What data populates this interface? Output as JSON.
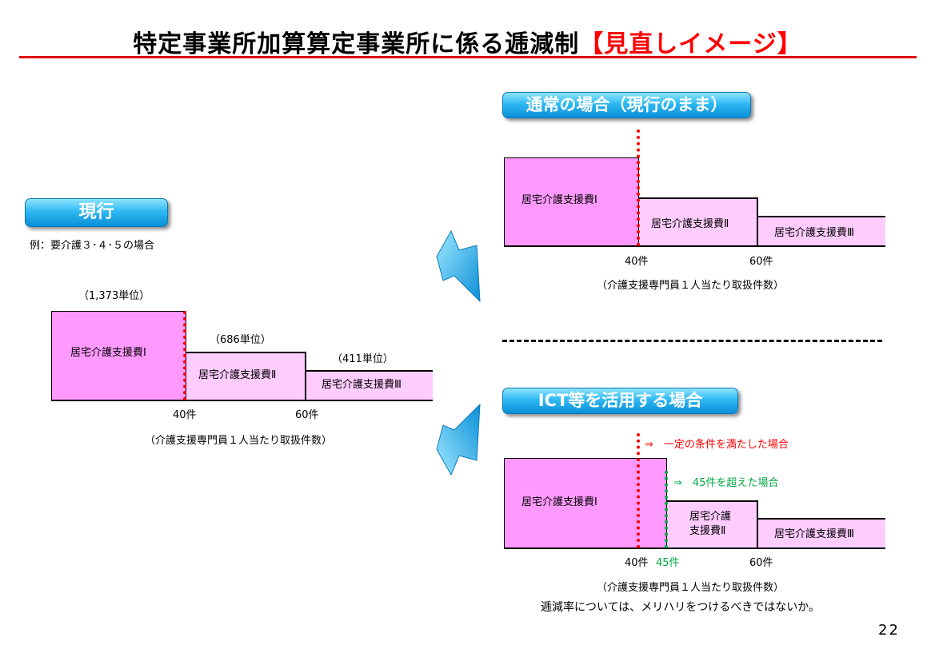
{
  "title": {
    "main": "特定事業所加算算定事業所に係る逓減制",
    "accent": "【見直しイメージ】"
  },
  "current": {
    "label": "現行",
    "example": "例：要介護３･４･５の場合",
    "unit_1": "（1,373単位）",
    "unit_2": "（686単位）",
    "unit_3": "（411単位）",
    "tier_1": "居宅介護支援費Ⅰ",
    "tier_2": "居宅介護支援費Ⅱ",
    "tier_3": "居宅介護支援費Ⅲ",
    "tick_40": "40件",
    "tick_60": "60件",
    "axis_caption": "（介護支援専門員１人当たり取扱件数）"
  },
  "normal_case": {
    "label": "通常の場合（現行のまま）",
    "tier_1": "居宅介護支援費Ⅰ",
    "tier_2": "居宅介護支援費Ⅱ",
    "tier_3": "居宅介護支援費Ⅲ",
    "tick_40": "40件",
    "tick_60": "60件",
    "axis_caption": "（介護支援専門員１人当たり取扱件数）"
  },
  "ict_case": {
    "label": "ICT等を活用する場合",
    "condition_red": "⇒　一定の条件を満たした場合",
    "condition_green": "⇒　45件を超えた場合",
    "tier_1": "居宅介護支援費Ⅰ",
    "tier_2_line1": "居宅介護",
    "tier_2_line2": "支援費Ⅱ",
    "tier_3": "居宅介護支援費Ⅲ",
    "tick_40": "40件",
    "tick_45": "45件",
    "tick_60": "60件",
    "axis_caption": "（介護支援専門員１人当たり取扱件数）",
    "note": "逓減率については、メリハリをつけるべきではないか。"
  },
  "colors": {
    "tier_1": "#ff99ff",
    "tier_other": "#ffccff",
    "red": "#ff0000",
    "green": "#00aa44",
    "accent": "#ff0000"
  },
  "icons": {
    "arrow": "arrow-right-icon"
  },
  "page_number": "22"
}
